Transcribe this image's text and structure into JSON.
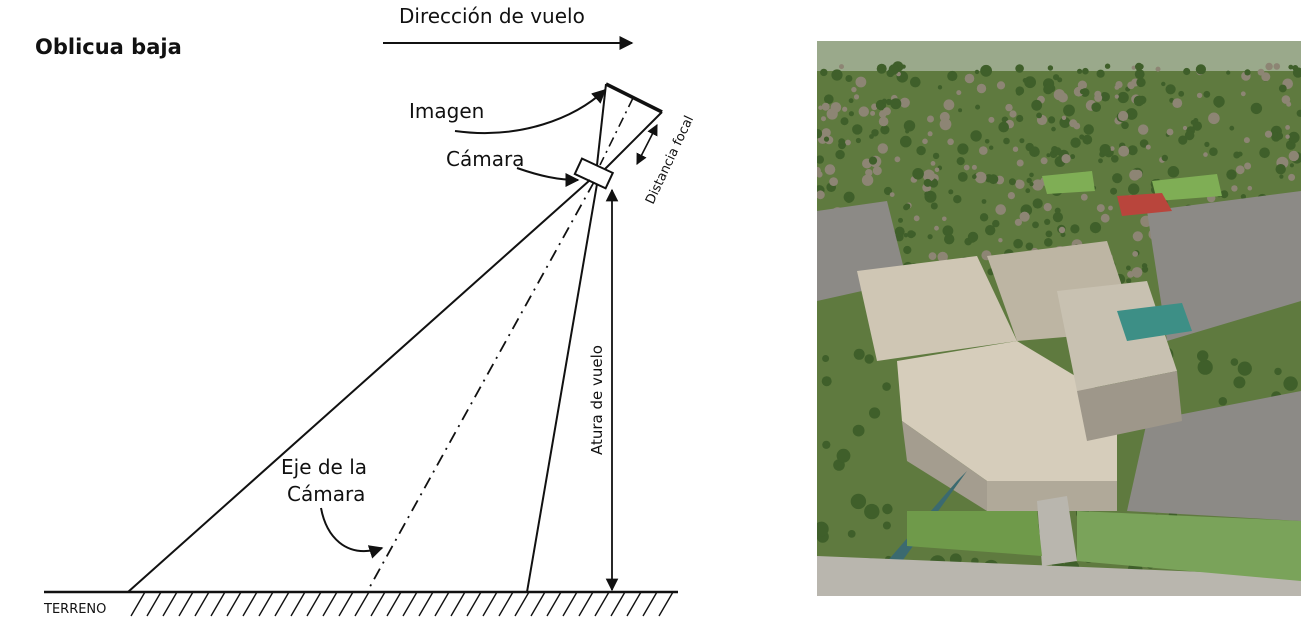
{
  "diagram": {
    "title": "Oblicua baja",
    "labels": {
      "flight_direction": "Dirección de vuelo",
      "image": "Imagen",
      "camera": "Cámara",
      "focal_length": "Distancia focal",
      "camera_axis_line1": "Eje de la",
      "camera_axis_line2": "Cámara",
      "flight_height": "Atura de vuelo",
      "ground": "TERRENO"
    }
  },
  "photo": {
    "description_label": ""
  },
  "colors": {
    "line": "#111111",
    "roof": "#cfc6b4",
    "teal_roof": "#3d8f86",
    "red_roof": "#b9453c",
    "grass": "#6f9a4a",
    "tree": "#3f5f2a",
    "road": "#b9b6ae",
    "parking": "#8c8a86"
  }
}
